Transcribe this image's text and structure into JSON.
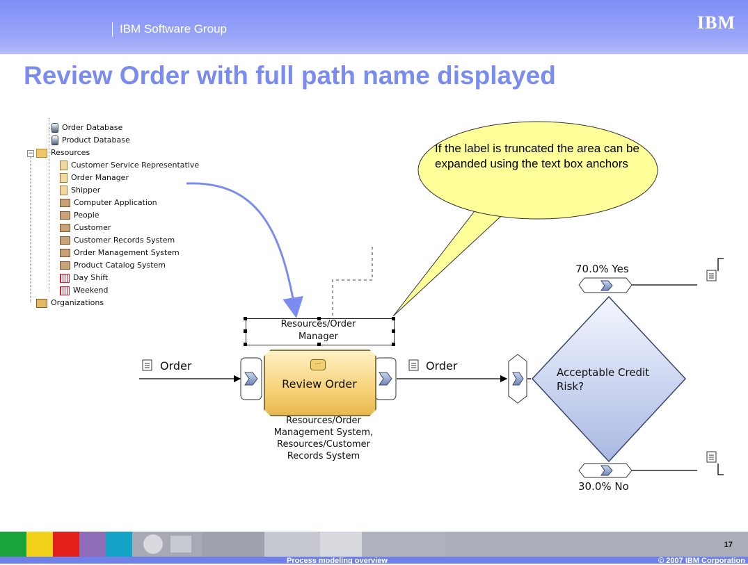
{
  "header": {
    "group": "IBM Software Group",
    "logo": "IBM"
  },
  "title": "Review Order with full path name displayed",
  "tree": {
    "items": [
      {
        "label": "Order Database",
        "icon": "database-icon"
      },
      {
        "label": "Product Database",
        "icon": "database-icon"
      },
      {
        "label": "Resources",
        "icon": "folder-icon"
      },
      {
        "label": "Customer Service Representative",
        "icon": "person-role-icon"
      },
      {
        "label": "Order Manager",
        "icon": "person-role-icon"
      },
      {
        "label": "Shipper",
        "icon": "person-role-icon"
      },
      {
        "label": "Computer Application",
        "icon": "resource-icon"
      },
      {
        "label": "People",
        "icon": "resource-icon"
      },
      {
        "label": "Customer",
        "icon": "resource-icon"
      },
      {
        "label": "Customer Records System",
        "icon": "resource-icon"
      },
      {
        "label": "Order Management System",
        "icon": "resource-icon"
      },
      {
        "label": "Product Catalog System",
        "icon": "resource-icon"
      },
      {
        "label": "Day Shift",
        "icon": "calendar-icon"
      },
      {
        "label": "Weekend",
        "icon": "calendar-icon"
      },
      {
        "label": "Organizations",
        "icon": "organization-folder-icon"
      }
    ],
    "expander": "−"
  },
  "callout": {
    "text": "If the label is truncated the area can be expanded using the text box anchors"
  },
  "diagram": {
    "input_label": "Order",
    "output_label": "Order",
    "task_label": "Review Order",
    "selected_label": "Resources/Order Manager",
    "resources_label": "Resources/Order Management System, Resources/Customer Records System",
    "decision_label": "Acceptable Credit Risk?",
    "yes_label": "70.0% Yes",
    "no_label": "30.0% No"
  },
  "footer": {
    "page": "17",
    "center": "Process modeling overview",
    "copyright": "© 2007 IBM Corporation"
  },
  "colors": {
    "header": "#7d8ff7",
    "title": "#7b8cf0",
    "callout": "#ffff99",
    "task": "#f7d27a",
    "decision": "#c7d2f0"
  }
}
